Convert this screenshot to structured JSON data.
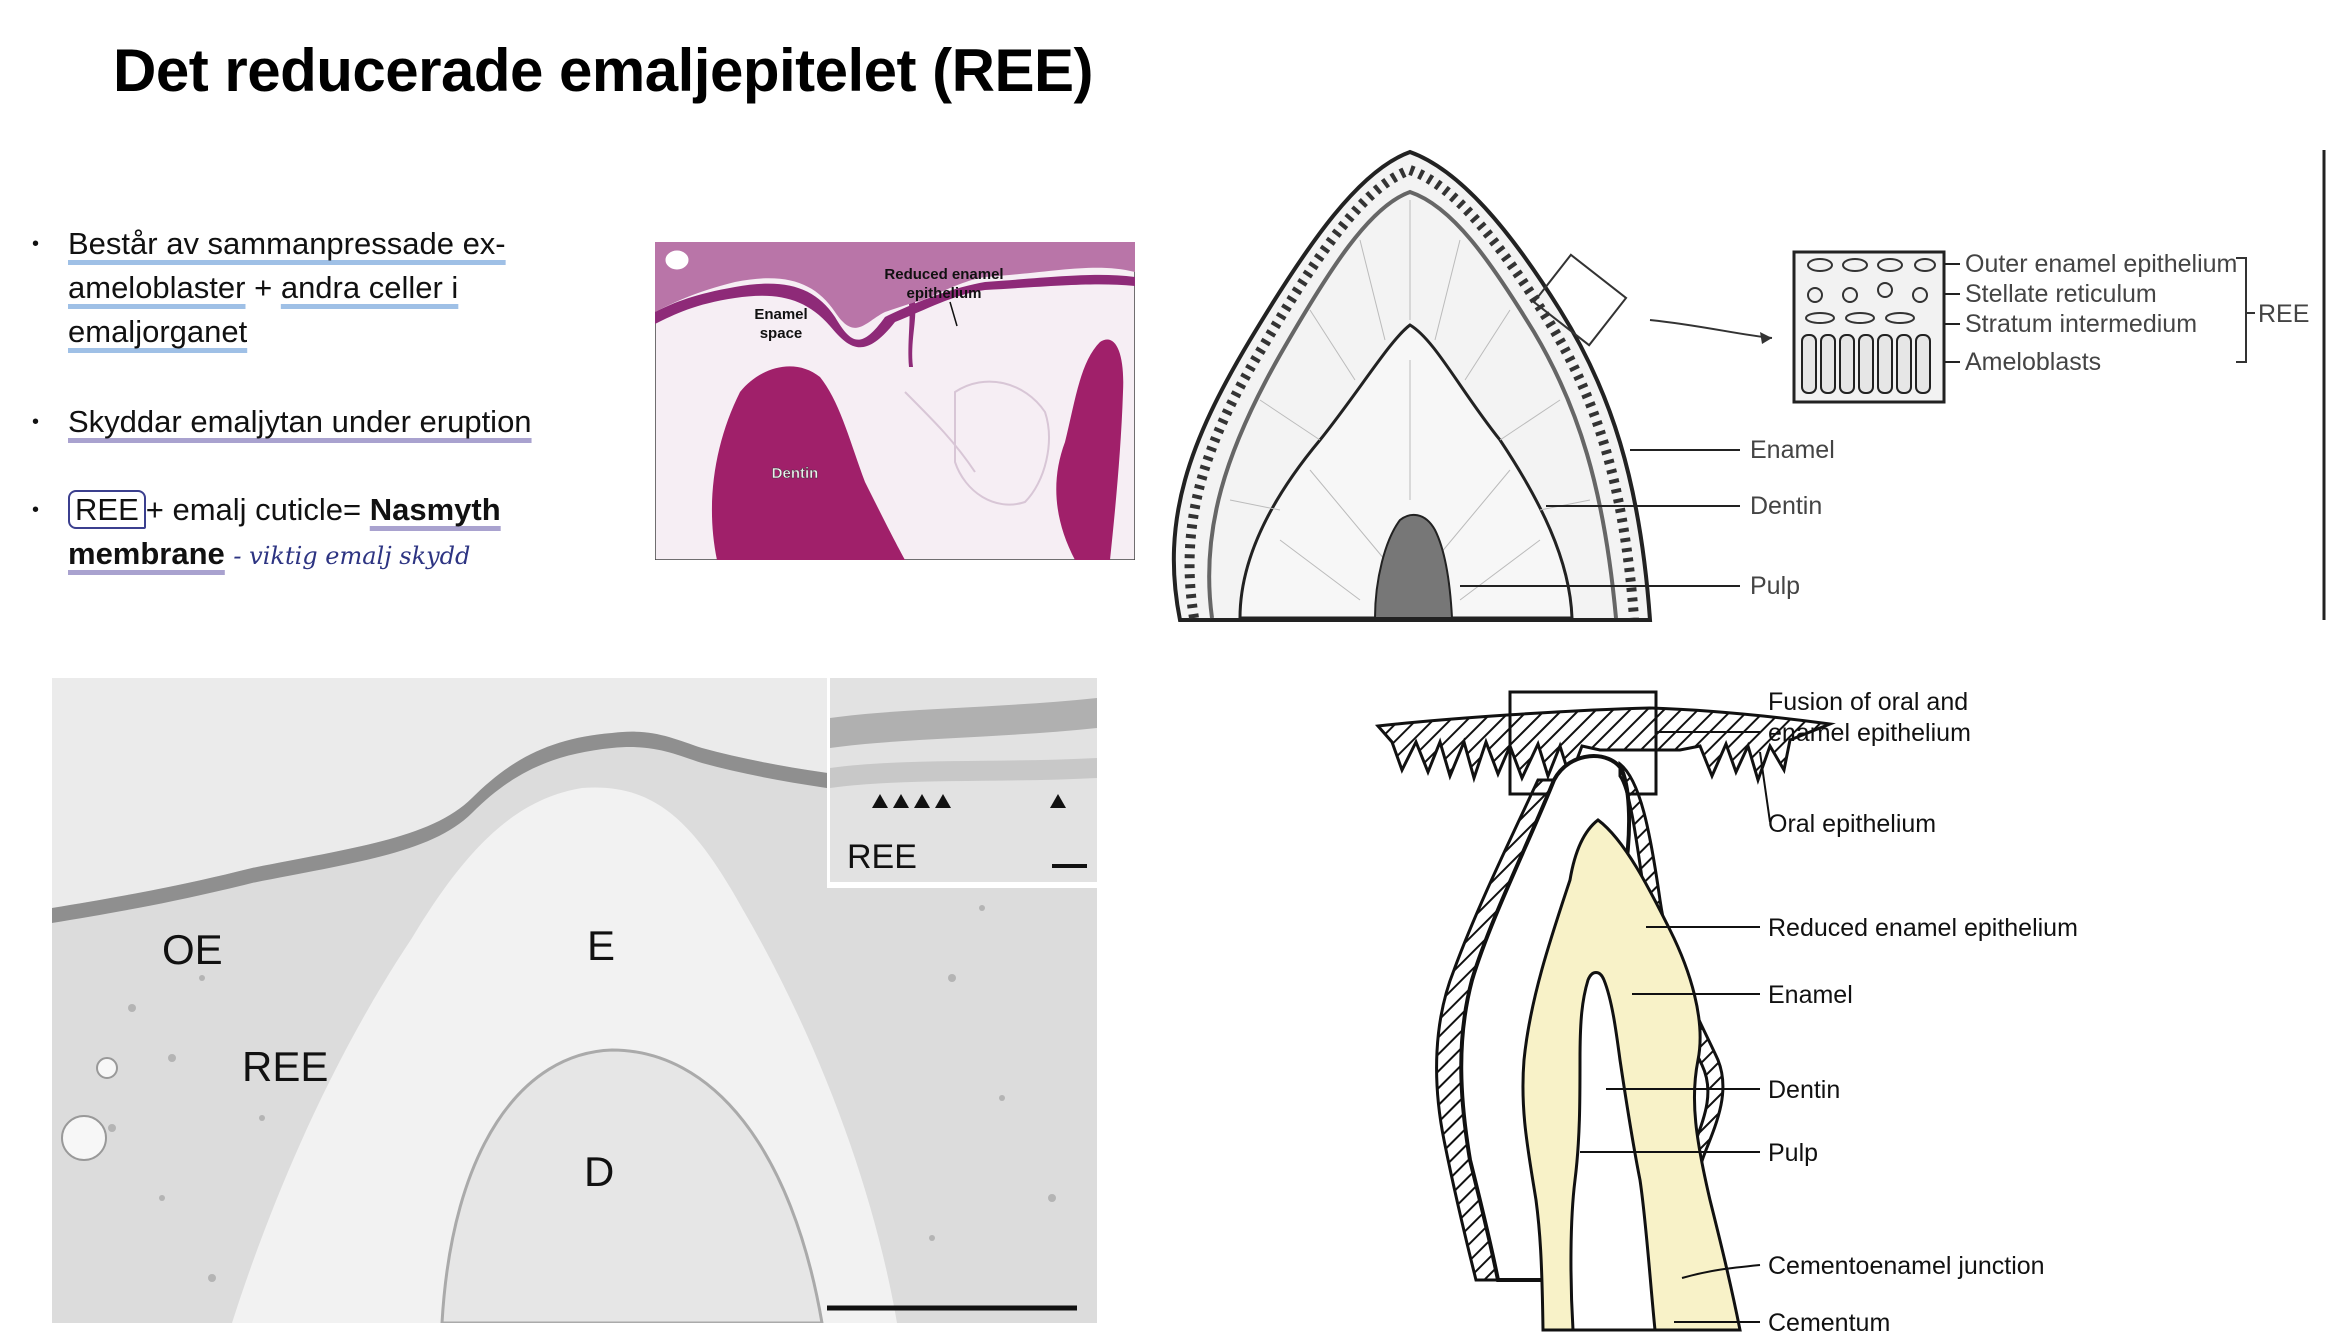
{
  "title": "Det reducerade emaljepitelet (REE)",
  "bullets": {
    "b1_line1": "Består av sammanpressade ex-",
    "b1_line2a": "ameloblaster",
    "b1_line2b": " + ",
    "b1_line2c": "andra celler i",
    "b1_line3": "emaljorganet",
    "b2": "Skyddar emaljytan under eruption",
    "b3_ree": "REE",
    "b3_mid": "+ emalj cuticle= ",
    "b3_bold": "Nasmyth",
    "b3_line2": "membrane",
    "note": "- viktig emalj skydd"
  },
  "histo": {
    "label_enamel_space": [
      "Enamel",
      "space"
    ],
    "label_ree": [
      "Reduced enamel",
      "epithelium"
    ],
    "label_dentin": "Dentin"
  },
  "crown_diagram": {
    "inset_labels": [
      "Outer enamel epithelium",
      "Stellate reticulum",
      "Stratum intermedium",
      "Ameloblasts"
    ],
    "bracket_label": "REE",
    "labels": [
      "Enamel",
      "Dentin",
      "Pulp"
    ]
  },
  "micrograph": {
    "labels": [
      "OE",
      "E",
      "REE",
      "D"
    ],
    "inset_label": "REE"
  },
  "eruption_diagram": {
    "fusion": [
      "Fusion of oral and",
      "enamel epithelium"
    ],
    "labels": [
      "Oral epithelium",
      "Reduced enamel epithelium",
      "Enamel",
      "Dentin",
      "Pulp",
      "Cementoenamel junction",
      "Cementum"
    ]
  },
  "colors": {
    "underline_blue": "#9fc0e6",
    "underline_purple": "#a9a2cf",
    "histo_purple": "#8e2a78",
    "dentin_magenta": "#a0206a",
    "dentin_yellow": "#f8f2c8",
    "ink": "#2d3482"
  }
}
